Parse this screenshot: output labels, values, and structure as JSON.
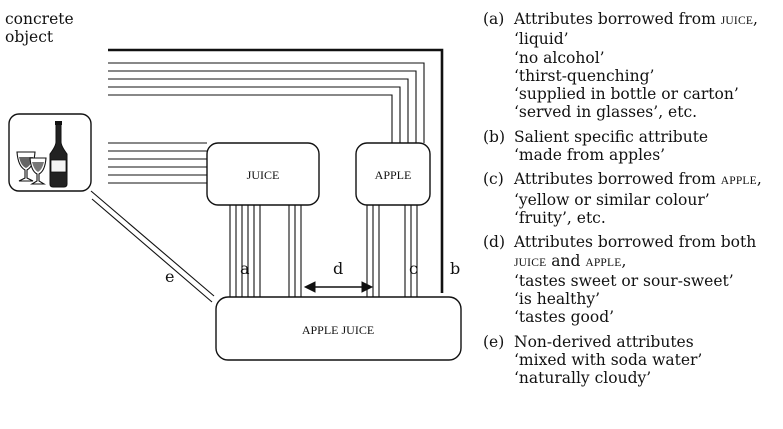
{
  "diagram": {
    "concrete_label_line1": "concrete",
    "concrete_label_line2": "object",
    "box_juice": "JUICE",
    "box_apple": "APPLE",
    "box_apple_juice": "APPLE JUICE",
    "letter_a": "a",
    "letter_b": "b",
    "letter_c": "c",
    "letter_d": "d",
    "letter_e": "e",
    "icon": "bottle-and-glasses-icon"
  },
  "legend": [
    {
      "tag": "(a)",
      "lines": [
        {
          "parts": [
            {
              "text": "Attributes borrowed from "
            },
            {
              "text": "JUICE",
              "sc": true
            },
            {
              "text": ","
            }
          ]
        },
        {
          "parts": [
            {
              "text": "‘liquid’"
            }
          ]
        },
        {
          "parts": [
            {
              "text": "‘no alcohol’"
            }
          ]
        },
        {
          "parts": [
            {
              "text": "‘thirst-quenching’"
            }
          ]
        },
        {
          "parts": [
            {
              "text": "‘supplied in bottle or carton’"
            }
          ]
        },
        {
          "parts": [
            {
              "text": "‘served in glasses’, etc."
            }
          ]
        }
      ]
    },
    {
      "tag": "(b)",
      "lines": [
        {
          "parts": [
            {
              "text": "Salient specific attribute"
            }
          ]
        },
        {
          "parts": [
            {
              "text": "‘made from apples’"
            }
          ]
        }
      ]
    },
    {
      "tag": "(c)",
      "lines": [
        {
          "parts": [
            {
              "text": "Attributes borrowed from "
            },
            {
              "text": "APPLE",
              "sc": true
            },
            {
              "text": ","
            }
          ]
        },
        {
          "parts": [
            {
              "text": "‘yellow or similar colour’"
            }
          ]
        },
        {
          "parts": [
            {
              "text": "‘fruity’, etc."
            }
          ]
        }
      ]
    },
    {
      "tag": "(d)",
      "lines": [
        {
          "parts": [
            {
              "text": "Attributes borrowed from both"
            }
          ]
        },
        {
          "parts": [
            {
              "text": "JUICE",
              "sc": true
            },
            {
              "text": " and "
            },
            {
              "text": "APPLE",
              "sc": true
            },
            {
              "text": ","
            }
          ]
        },
        {
          "parts": [
            {
              "text": "‘tastes sweet or sour-sweet’"
            }
          ]
        },
        {
          "parts": [
            {
              "text": "‘is healthy’"
            }
          ]
        },
        {
          "parts": [
            {
              "text": "‘tastes good’"
            }
          ]
        }
      ]
    },
    {
      "tag": "(e)",
      "lines": [
        {
          "parts": [
            {
              "text": "Non-derived attributes"
            }
          ]
        },
        {
          "parts": [
            {
              "text": "‘mixed with soda water’"
            }
          ]
        },
        {
          "parts": [
            {
              "text": "‘naturally cloudy’"
            }
          ]
        }
      ]
    }
  ]
}
